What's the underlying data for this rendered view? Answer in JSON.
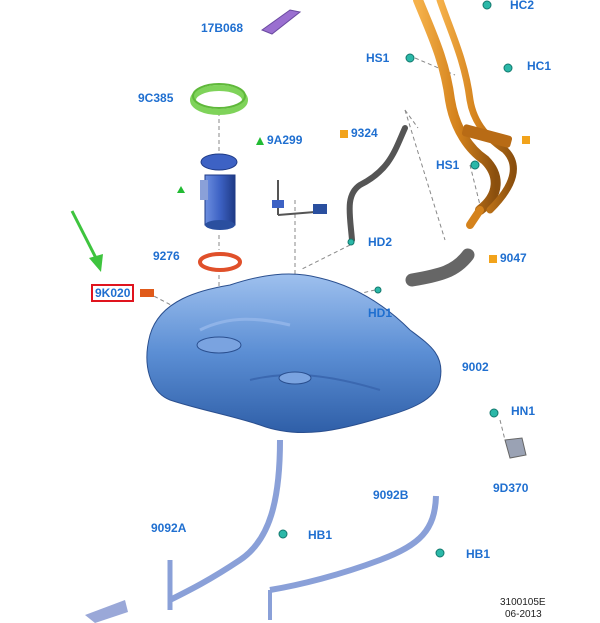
{
  "labels": {
    "l17B068": "17B068",
    "l9C385": "9C385",
    "l9A299": "9A299",
    "l9276": "9276",
    "l9K020": "9K020",
    "l9324": "9324",
    "lHD2": "HD2",
    "lHD1": "HD1",
    "l9047": "9047",
    "l9002": "9002",
    "lHS1a": "HS1",
    "lHS1b": "HS1",
    "lHC2": "HC2",
    "lHC1": "HC1",
    "lHN1": "HN1",
    "l9D370": "9D370",
    "l9092B": "9092B",
    "l9092A": "9092A",
    "lHB1a": "HB1",
    "lHB1b": "HB1"
  },
  "reference": {
    "code": "3100105E",
    "date": "06-2013"
  },
  "colors": {
    "label": "#1f6fd0",
    "tank": "#5b8ed4",
    "filler_pipe": "#d4821c",
    "strap": "#8aa0d8",
    "seal_ring_top": "#7fd35a",
    "seal_ring_bottom": "#e0502a",
    "arrow": "#3ec43e",
    "highlight_box": "#e0141e",
    "marker_square": "#f2a31b"
  }
}
